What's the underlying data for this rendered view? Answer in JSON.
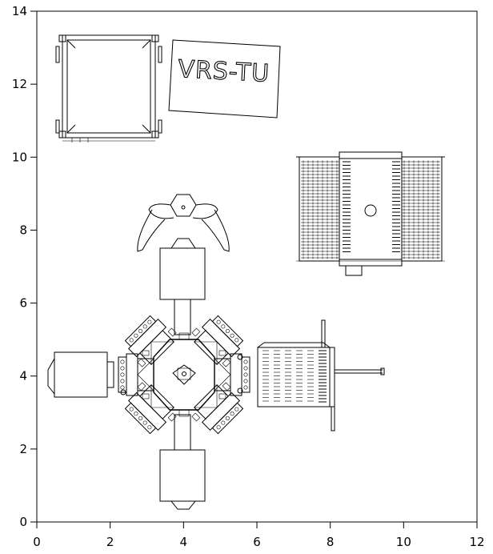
{
  "drawing": {
    "label_text": "VRS-TU"
  },
  "axes": {
    "xlim": [
      0,
      12
    ],
    "ylim": [
      0,
      14
    ],
    "x_ticks": [
      0,
      2,
      4,
      6,
      8,
      10,
      12
    ],
    "y_ticks": [
      0,
      2,
      4,
      6,
      8,
      10,
      12,
      14
    ],
    "x_tick_labels": [
      "0",
      "2",
      "4",
      "6",
      "8",
      "10",
      "12"
    ],
    "y_tick_labels": [
      "0",
      "2",
      "4",
      "6",
      "8",
      "10",
      "12",
      "14"
    ]
  },
  "colors": {
    "line": "#000000",
    "background": "#ffffff"
  },
  "components": [
    {
      "name": "top-left-frame",
      "x": [
        0.65,
        3.35
      ],
      "y": [
        10.6,
        13.35
      ]
    },
    {
      "name": "label-plate",
      "x": [
        3.6,
        6.8
      ],
      "y": [
        11.3,
        13.1
      ]
    },
    {
      "name": "right-machine",
      "x": [
        7.1,
        11.5
      ],
      "y": [
        7.0,
        10.15
      ]
    },
    {
      "name": "rotary-table",
      "x": [
        4.0,
        4.0
      ],
      "y": [
        4.0,
        4.0
      ]
    },
    {
      "name": "top-feeder",
      "x": [
        3.55,
        4.55
      ],
      "y": [
        6.1,
        7.5
      ]
    },
    {
      "name": "bottom-feeder",
      "x": [
        3.55,
        4.55
      ],
      "y": [
        0.6,
        2.0
      ]
    },
    {
      "name": "left-unit",
      "x": [
        0.45,
        1.85
      ],
      "y": [
        3.45,
        4.7
      ]
    },
    {
      "name": "right-conveyor",
      "x": [
        6.0,
        9.5
      ],
      "y": [
        2.5,
        5.6
      ]
    }
  ]
}
